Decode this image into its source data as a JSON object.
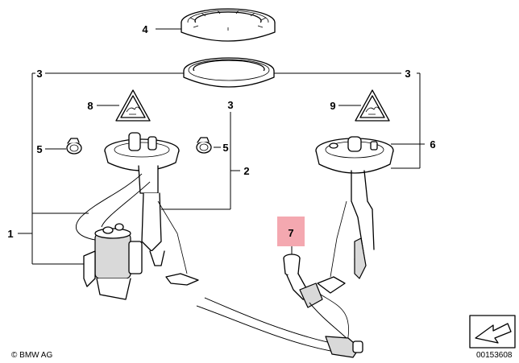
{
  "callouts": [
    {
      "id": "4",
      "text": "4"
    },
    {
      "id": "3a",
      "text": "3"
    },
    {
      "id": "3b",
      "text": "3"
    },
    {
      "id": "3c",
      "text": "3"
    },
    {
      "id": "8",
      "text": "8"
    },
    {
      "id": "9",
      "text": "9"
    },
    {
      "id": "5a",
      "text": "5"
    },
    {
      "id": "5b",
      "text": "5"
    },
    {
      "id": "6",
      "text": "6"
    },
    {
      "id": "2",
      "text": "2"
    },
    {
      "id": "1",
      "text": "1"
    },
    {
      "id": "7",
      "text": "7"
    }
  ],
  "highlight_color": "#f4a8b0",
  "footer": {
    "copyright": "© BMW AG",
    "diagram_number": "00153608"
  }
}
